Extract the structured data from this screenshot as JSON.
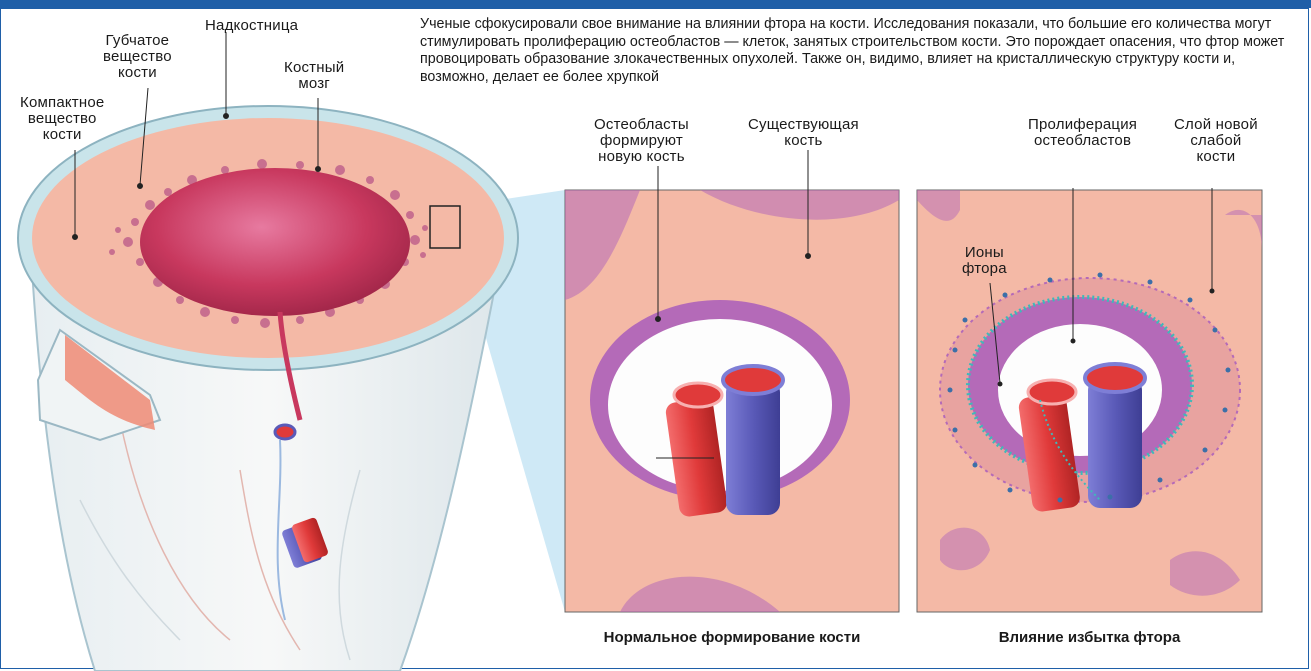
{
  "intro_text": "Ученые сфокусировали свое внимание на влиянии фтора на кости. Исследования показали, что большие его количества могут стимулировать пролиферацию остеобластов — клеток, занятых строительством кости. Это порождает опасения, что фтор может провоцировать образование злокачественных опухолей. Также он, видимо, влияет на кристаллическую структуру кости и, возможно, делает ее более хрупкой",
  "bone_labels": {
    "periosteum": "Надкостница",
    "spongy": [
      "Губчатое",
      "вещество",
      "кости"
    ],
    "marrow": [
      "Костный",
      "мозг"
    ],
    "compact": [
      "Компактное",
      "вещество",
      "кости"
    ]
  },
  "normal_panel": {
    "osteoblasts": [
      "Остеобласты",
      "формируют",
      "новую кость"
    ],
    "existing": [
      "Существующая",
      "кость"
    ],
    "caption": "Нормальное формирование кости"
  },
  "fluoride_panel": {
    "proliferation": [
      "Пролиферация",
      "остеобластов"
    ],
    "new_layer": [
      "Слой новой",
      "слабой",
      "кости"
    ],
    "ions": [
      "Ионы",
      "фтора"
    ],
    "caption": "Влияние избытка фтора"
  },
  "colors": {
    "accent_blue": "#1f5fa8",
    "bone_pink": "#f4b9a6",
    "marrow": "#c8385e",
    "cell_purple": "#b46ab8",
    "artery_red": "#e03a3a",
    "vein_blue": "#5a5ab8",
    "fluoride_cyan": "#3fb9b9",
    "zoom_cone": "#bfe2f3"
  }
}
